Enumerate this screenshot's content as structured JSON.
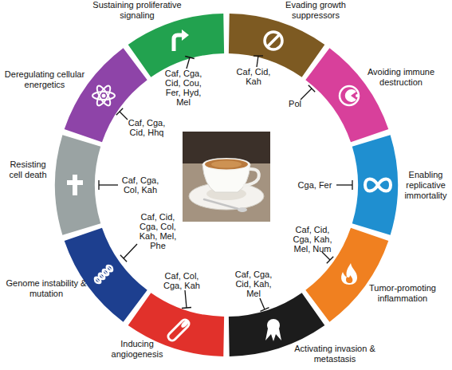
{
  "diagram": {
    "nodes": [
      {
        "text": [
          "Sustaining proliferative signaling"
        ]
      },
      {
        "text": [
          "Evading growth suppressors"
        ]
      },
      {
        "text": [
          "Avoiding immune destruction"
        ]
      },
      {
        "text": [
          "Enabling replicative immortality"
        ]
      },
      {
        "text": [
          "Tumor-promoting inflammation"
        ]
      },
      {
        "text": [
          "Activating invasion & metastasis"
        ]
      },
      {
        "text": [
          "Inducing angiogenesis"
        ]
      },
      {
        "text": [
          "Genome instability & mutation"
        ]
      },
      {
        "text": [
          "Resisting cell death"
        ]
      },
      {
        "text": [
          "Deregulating cellular energetics"
        ]
      }
    ],
    "labels": [
      "Caf, Cga, Cid, Cou, Fer, Hyd, Mel",
      "Caf, Cid, Kah",
      "Pol",
      "Cga, Fer",
      "Caf, Cid, Cga, Kah, Mel, Num",
      "Caf, Cga, Cid, Kah, Mel",
      "Caf, Col, Cga, Kah",
      "Caf, Cid, Cga, Col, Kah, Mel, Phe",
      "Caf, Cga, Col, Kah",
      "Caf, Cga, Cid, Hhq"
    ]
  }
}
